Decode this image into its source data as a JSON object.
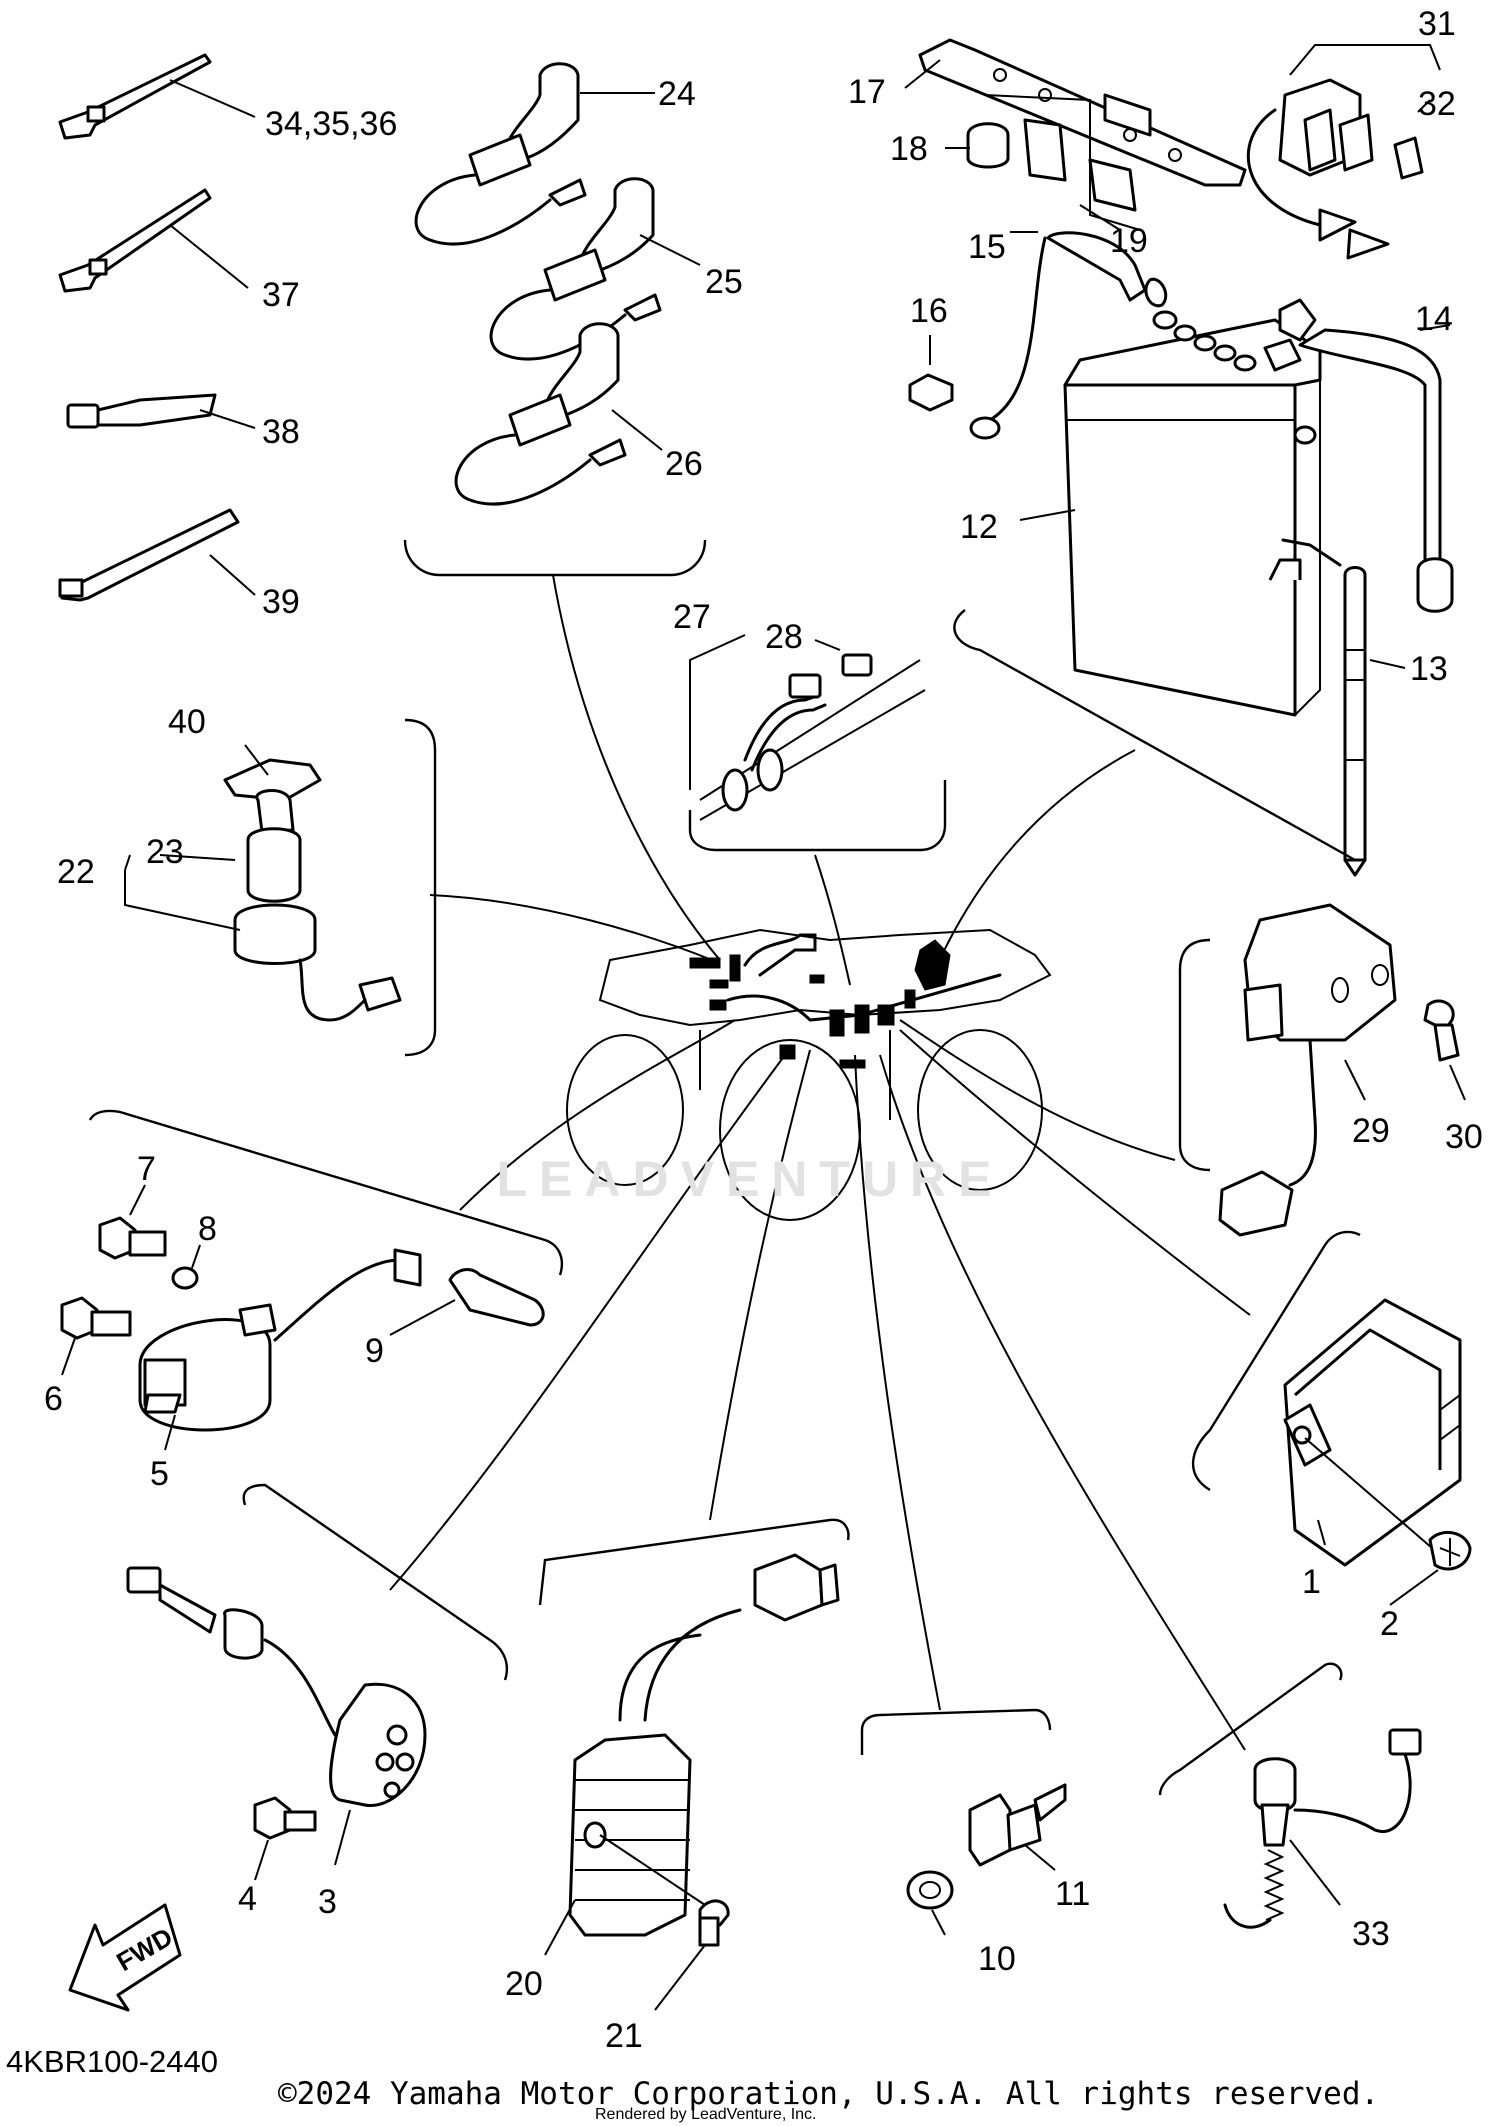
{
  "diagram": {
    "code": "4KBR100-2440",
    "copyright": "©2024 Yamaha Motor Corporation, U.S.A. All rights reserved.",
    "rendered_by": "Rendered by LeadVenture, Inc.",
    "watermark": "LEADVENTURE",
    "fwd_label": "FWD",
    "labels": {
      "p1": "1",
      "p2": "2",
      "p3": "3",
      "p4": "4",
      "p5": "5",
      "p6": "6",
      "p7": "7",
      "p8": "8",
      "p9": "9",
      "p10": "10",
      "p11": "11",
      "p12": "12",
      "p13": "13",
      "p14": "14",
      "p15": "15",
      "p16": "16",
      "p17": "17",
      "p18": "18",
      "p19": "19",
      "p20": "20",
      "p21": "21",
      "p22": "22",
      "p23": "23",
      "p24": "24",
      "p25": "25",
      "p26": "26",
      "p27": "27",
      "p28": "28",
      "p29": "29",
      "p30": "30",
      "p31": "31",
      "p32": "32",
      "p33": "33",
      "p34_36": "34,35,36",
      "p37": "37",
      "p38": "38",
      "p39": "39",
      "p40": "40"
    }
  }
}
